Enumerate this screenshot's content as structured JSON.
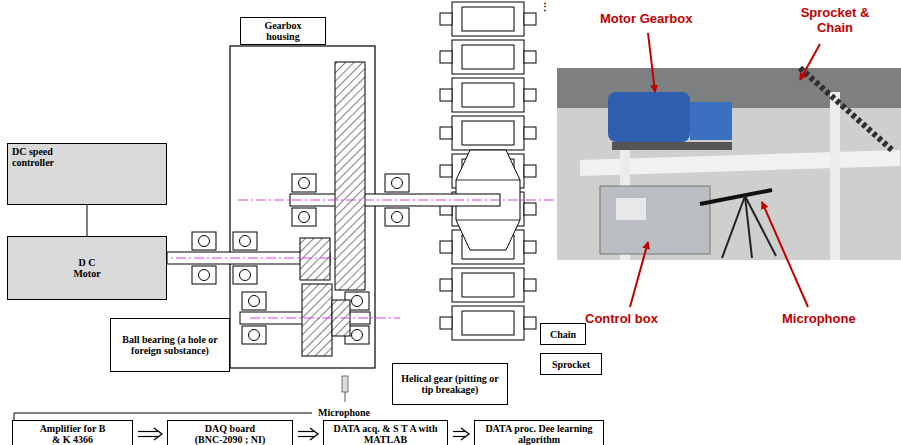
{
  "diagram": {
    "nodes": [
      {
        "text": [
          "Gearbox housing"
        ]
      },
      {
        "text": [
          "DC speed controller"
        ]
      },
      {
        "text": [
          "D C Motor"
        ]
      },
      {
        "text": [
          "Ball bearing (a hole or foreign substance)"
        ]
      },
      {
        "text": [
          "Helical gear (pitting or tip breakage)"
        ]
      },
      {
        "text": [
          "Chain"
        ]
      },
      {
        "text": [
          "Sprocket"
        ]
      },
      {
        "text": [
          "Amplifier for B & K 4366"
        ]
      },
      {
        "text": [
          "DAQ board (BNC-2090 ; NI)"
        ]
      },
      {
        "text": [
          "DATA acq. & S T A with MATLAB"
        ]
      },
      {
        "text": [
          "DATA proc. Dee learning algorithm"
        ]
      }
    ],
    "edges": [
      {
        "from": 1,
        "to": 2,
        "arrow": "none"
      },
      {
        "from": 7,
        "to": 8,
        "arrow": "to"
      },
      {
        "from": 8,
        "to": 9,
        "arrow": "to"
      },
      {
        "from": 9,
        "to": 10,
        "arrow": "to"
      }
    ],
    "labels": [
      "Microphone",
      "⋮",
      "Motor Gearbox",
      "Sprocket & Chain",
      "Control box",
      "Microphone"
    ]
  }
}
